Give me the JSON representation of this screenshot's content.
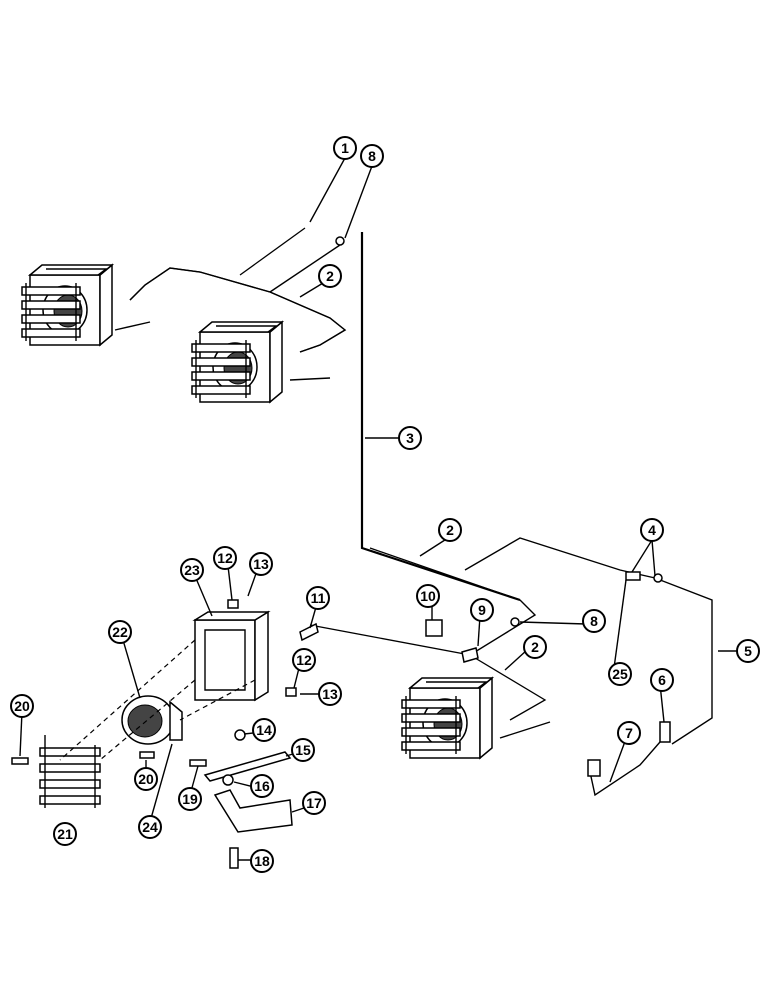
{
  "callouts": [
    {
      "label": "1"
    },
    {
      "label": "8"
    },
    {
      "label": "2"
    },
    {
      "label": "3"
    },
    {
      "label": "2"
    },
    {
      "label": "4"
    },
    {
      "label": "12"
    },
    {
      "label": "13"
    },
    {
      "label": "23"
    },
    {
      "label": "11"
    },
    {
      "label": "10"
    },
    {
      "label": "9"
    },
    {
      "label": "8"
    },
    {
      "label": "22"
    },
    {
      "label": "2"
    },
    {
      "label": "5"
    },
    {
      "label": "12"
    },
    {
      "label": "13"
    },
    {
      "label": "25"
    },
    {
      "label": "6"
    },
    {
      "label": "20"
    },
    {
      "label": "14"
    },
    {
      "label": "7"
    },
    {
      "label": "15"
    },
    {
      "label": "20"
    },
    {
      "label": "19"
    },
    {
      "label": "16"
    },
    {
      "label": "17"
    },
    {
      "label": "21"
    },
    {
      "label": "24"
    },
    {
      "label": "18"
    }
  ]
}
